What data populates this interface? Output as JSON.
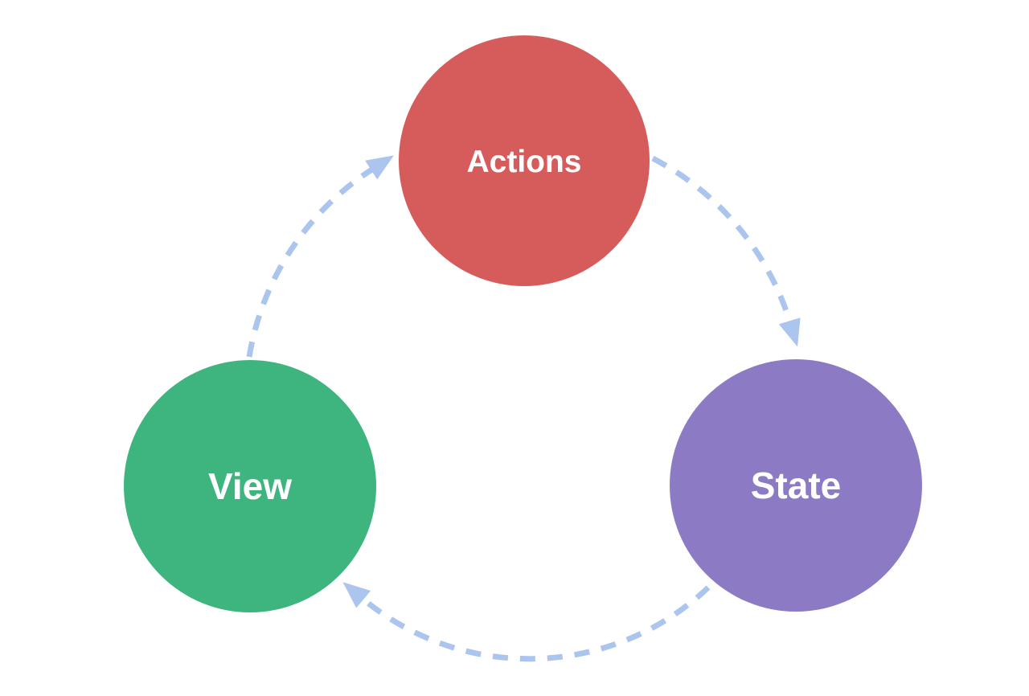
{
  "diagram": {
    "background": "#ffffff",
    "arrow_color": "#abc5ee",
    "label_color": "#ffffff",
    "nodes": {
      "actions": {
        "label": "Actions",
        "color": "#d65c5c"
      },
      "state": {
        "label": "State",
        "color": "#8c7bc4"
      },
      "view": {
        "label": "View",
        "color": "#3eb57e"
      }
    },
    "edges": [
      {
        "from": "Actions",
        "to": "State"
      },
      {
        "from": "State",
        "to": "View"
      },
      {
        "from": "View",
        "to": "Actions"
      }
    ]
  }
}
